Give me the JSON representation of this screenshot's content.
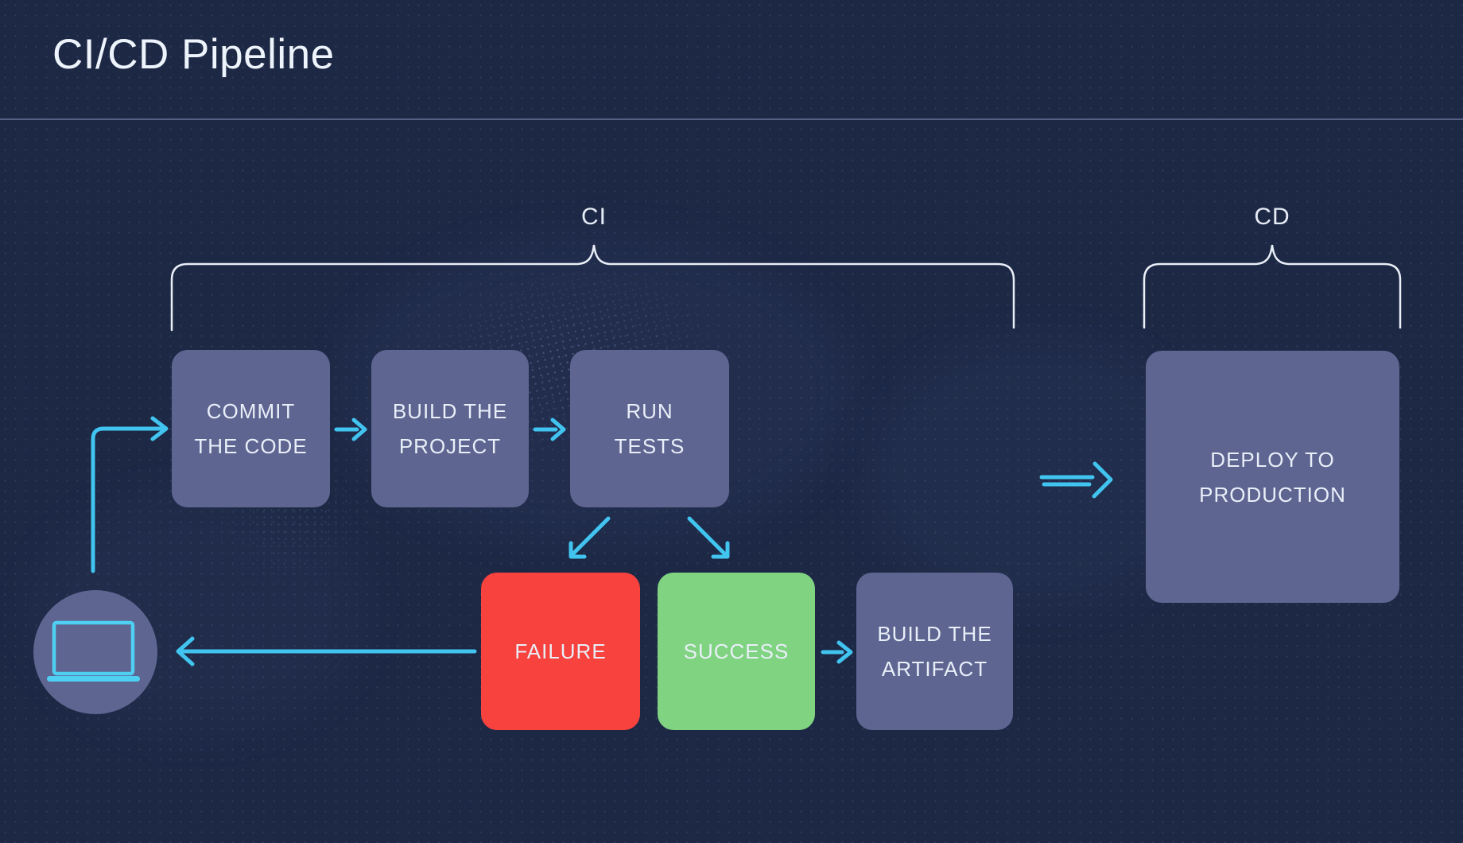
{
  "header": {
    "title": "CI/CD Pipeline"
  },
  "sections": {
    "ci_label": "CI",
    "cd_label": "CD"
  },
  "diagram": {
    "nodes": {
      "commit": {
        "label": "COMMIT\nTHE CODE",
        "color": "#5e6591"
      },
      "build": {
        "label": "BUILD THE\nPROJECT",
        "color": "#5e6591"
      },
      "run_tests": {
        "label": "RUN\nTESTS",
        "color": "#5e6591"
      },
      "failure": {
        "label": "FAILURE",
        "color": "#f8423e"
      },
      "success": {
        "label": "SUCCESS",
        "color": "#80d481"
      },
      "artifact": {
        "label": "BUILD THE\nARTIFACT",
        "color": "#5e6591"
      },
      "deploy": {
        "label": "DEPLOY TO\nPRODUCTION",
        "color": "#5e6591"
      }
    },
    "icons": {
      "developer_machine": "laptop-icon"
    }
  },
  "colors": {
    "background": "#1d2845",
    "node_slate": "#5e6591",
    "failure_red": "#f8423e",
    "success_green": "#80d481",
    "arrow_cyan": "#41c4f0",
    "laptop_cyan": "#4fd0f2",
    "brace_white": "#e9eef7",
    "title_text": "#eef4fb",
    "divider": "#565f82"
  }
}
